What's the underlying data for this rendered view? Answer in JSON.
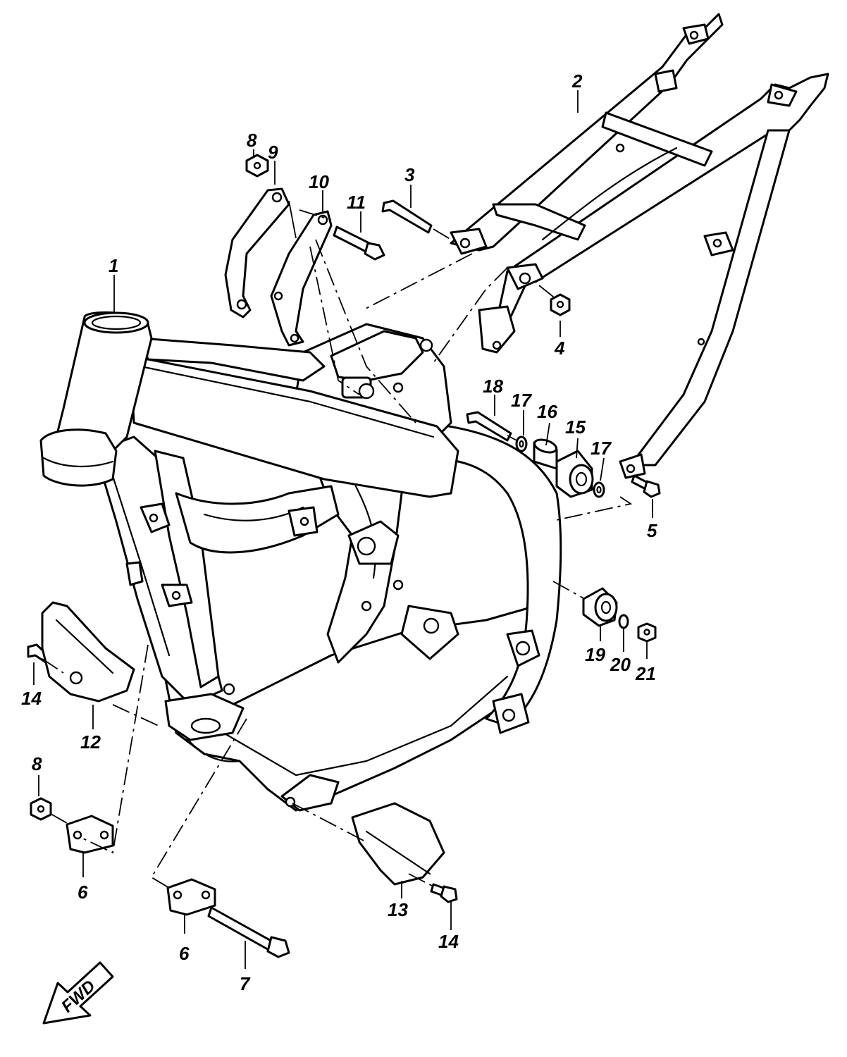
{
  "callouts": {
    "c1": "1",
    "c2": "2",
    "c3": "3",
    "c4": "4",
    "c5": "5",
    "c6a": "6",
    "c6b": "6",
    "c7": "7",
    "c8a": "8",
    "c8b": "8",
    "c9": "9",
    "c10": "10",
    "c11": "11",
    "c12": "12",
    "c13": "13",
    "c14a": "14",
    "c14b": "14",
    "c15": "15",
    "c16": "16",
    "c17a": "17",
    "c17b": "17",
    "c18": "18",
    "c19": "19",
    "c20": "20",
    "c21": "21"
  },
  "fwd_label": "FWD"
}
